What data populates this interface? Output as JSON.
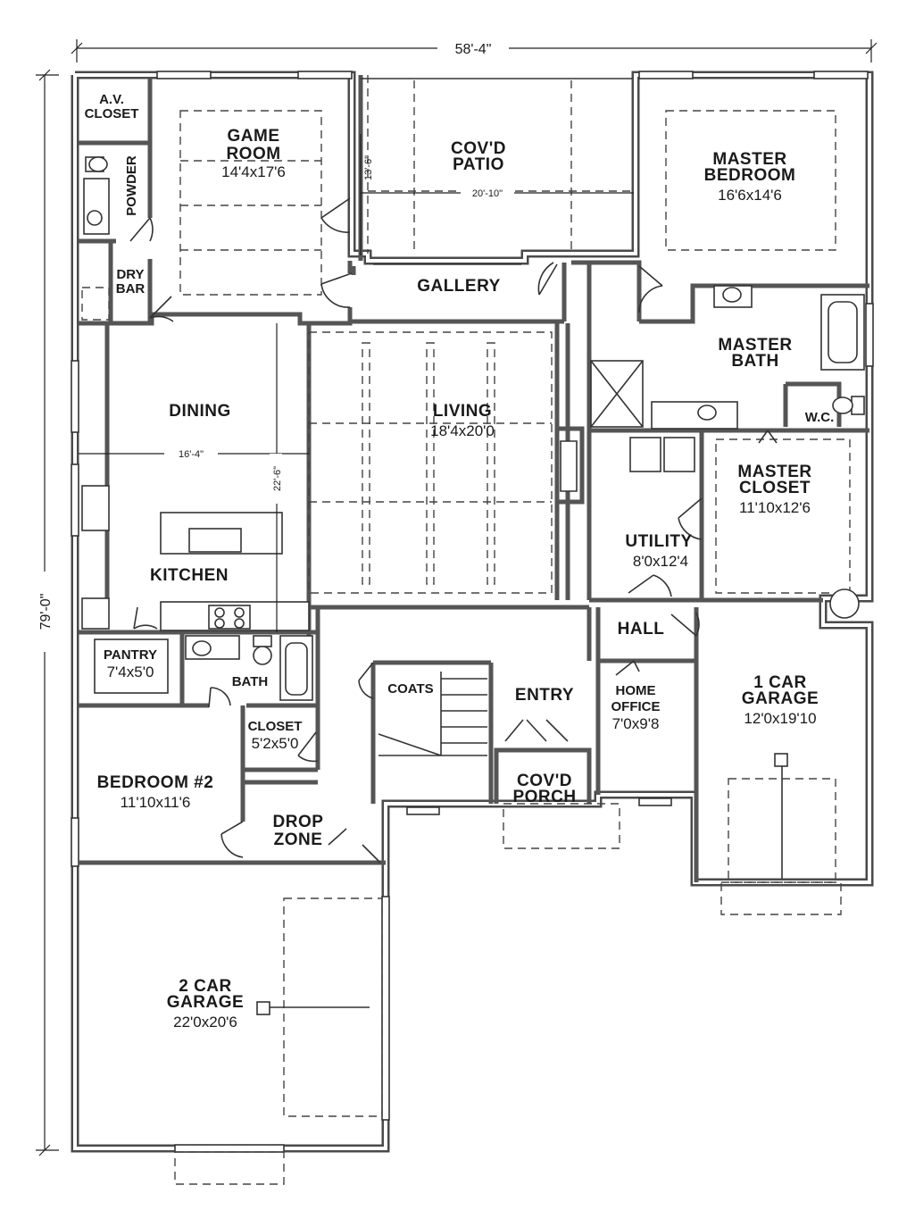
{
  "dimensions": {
    "overall_width": "58'-4\"",
    "overall_depth": "79'-0\"",
    "patio_depth": "13'-6\"",
    "patio_width": "20'-10\"",
    "dining_width": "16'-4\"",
    "kitchen_depth": "22'-6\""
  },
  "rooms": {
    "av_closet": {
      "line1": "A.V.",
      "line2": "CLOSET"
    },
    "powder": {
      "name": "POWDER"
    },
    "dry_bar": {
      "line1": "DRY",
      "line2": "BAR"
    },
    "game_room": {
      "line1": "GAME",
      "line2": "ROOM",
      "size": "14'4x17'6"
    },
    "covd_patio": {
      "line1": "COV'D",
      "line2": "PATIO"
    },
    "master_bedroom": {
      "line1": "MASTER",
      "line2": "BEDROOM",
      "size": "16'6x14'6"
    },
    "gallery": {
      "name": "GALLERY"
    },
    "master_bath": {
      "line1": "MASTER",
      "line2": "BATH"
    },
    "wc": {
      "name": "W.C."
    },
    "dining": {
      "name": "DINING"
    },
    "living": {
      "name": "LIVING",
      "size": "18'4x20'0"
    },
    "master_closet": {
      "line1": "MASTER",
      "line2": "CLOSET",
      "size": "11'10x12'6"
    },
    "kitchen": {
      "name": "KITCHEN"
    },
    "utility": {
      "name": "UTILITY",
      "size": "8'0x12'4"
    },
    "hall": {
      "name": "HALL"
    },
    "pantry": {
      "name": "PANTRY",
      "size": "7'4x5'0"
    },
    "bath": {
      "name": "BATH"
    },
    "coats": {
      "name": "COATS"
    },
    "entry": {
      "name": "ENTRY"
    },
    "home_office": {
      "line1": "HOME",
      "line2": "OFFICE",
      "size": "7'0x9'8"
    },
    "one_car_garage": {
      "line1": "1 CAR",
      "line2": "GARAGE",
      "size": "12'0x19'10"
    },
    "closet": {
      "name": "CLOSET",
      "size": "5'2x5'0"
    },
    "bedroom2": {
      "name": "BEDROOM #2",
      "size": "11'10x11'6"
    },
    "covd_porch": {
      "line1": "COV'D",
      "line2": "PORCH"
    },
    "drop_zone": {
      "line1": "DROP",
      "line2": "ZONE"
    },
    "two_car_garage": {
      "line1": "2 CAR",
      "line2": "GARAGE",
      "size": "22'0x20'6"
    }
  }
}
